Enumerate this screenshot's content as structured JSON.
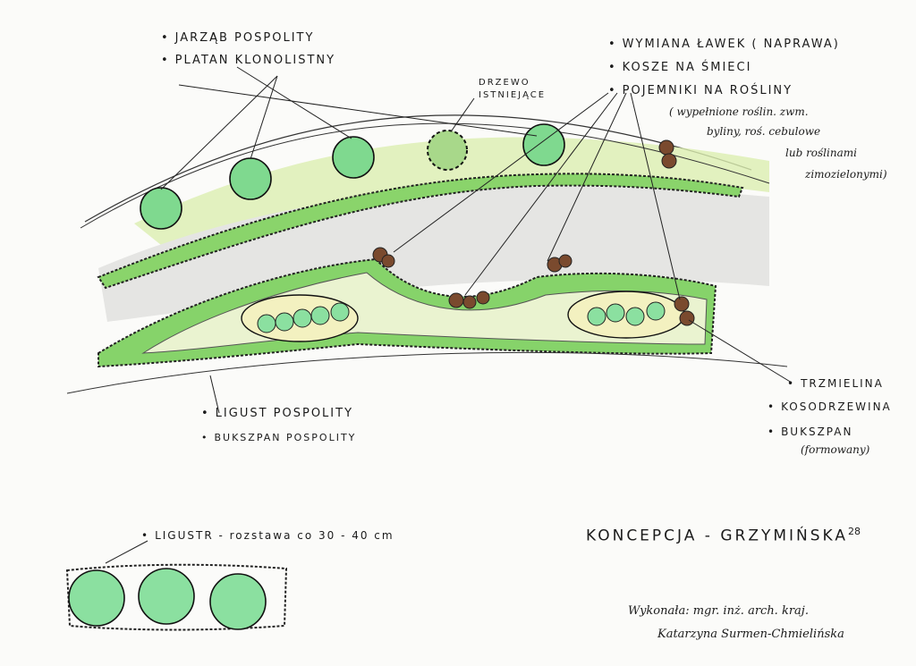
{
  "labels_top_left": [
    "JARZĄB POSPOLITY",
    "PLATAN KLONOLISTNY"
  ],
  "label_existing_tree": [
    "DRZEWO",
    "ISTNIEJĄCE"
  ],
  "labels_top_right": [
    "WYMIANA ŁAWEK ( NAPRAWA)",
    "KOSZE NA ŚMIECI",
    "POJEMNIKI NA ROŚLINY"
  ],
  "note_planters": [
    "( wypełnione roślin. zwm.",
    "byliny, roś. cebulowe",
    "lub roślinami",
    "zimozielonymi)"
  ],
  "labels_bottom_left": [
    "LIGUST POSPOLITY",
    "BUKSZPAN POSPOLITY"
  ],
  "labels_right": [
    "TRZMIELINA",
    "KOSODRZEWINA",
    "BUKSZPAN"
  ],
  "label_right_note": "(formowany)",
  "hedge_label": "LIGUSTR - rozstawa co 30 - 40 cm",
  "title": "KONCEPCJA - GRZYMIŃSKA",
  "title_sup": "28",
  "author": [
    "Wykonała: mgr. inż. arch. kraj.",
    "Katarzyna Surmen-Chmielińska"
  ],
  "colors": {
    "tree_fill": "#7fd98f",
    "hedge_fill": "#86d36a",
    "lawn_fill": "#e8f3c8",
    "path_fill": "#e6e6e4",
    "planter_fill": "#7a4a2e"
  }
}
